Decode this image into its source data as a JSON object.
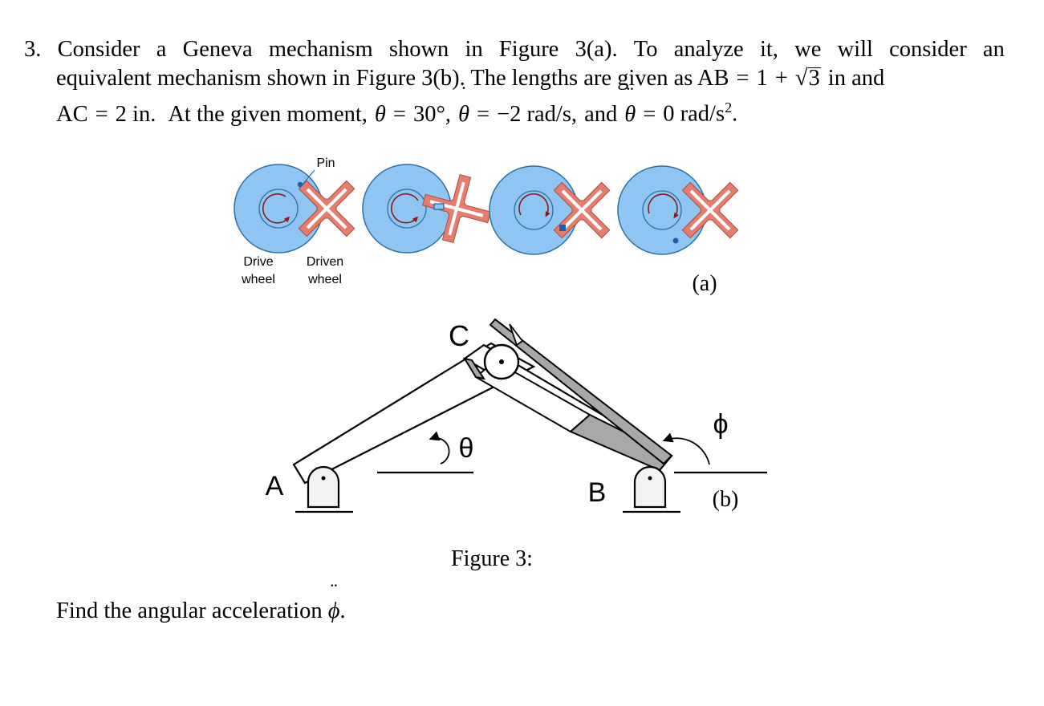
{
  "problem": {
    "number": "3.",
    "line1_words": [
      "Consider",
      "a",
      "Geneva",
      "mechanism",
      "shown",
      "in",
      "Figure",
      "3(a).",
      "To",
      "analyze",
      "it,",
      "we",
      "will",
      "consider",
      "an"
    ],
    "line2_text": "equivalent mechanism shown in Figure 3(b). The lengths are given as AB",
    "line2_eq": "=",
    "line2_one": "1",
    "line2_plus": "+",
    "line2_sqrt_radicand": "3",
    "line2_end": "in and",
    "line3_start": "AC",
    "line3_eq": "=",
    "line3_value": "2 in.",
    "line3_text": "At the given moment,",
    "theta_symbol": "θ",
    "theta_value": "30°,",
    "theta_dot_value": "−2 rad/s,",
    "and_word": "and",
    "theta_ddot_value": "0 rad/s",
    "accel_exponent": "2",
    "accel_period": "."
  },
  "figure_a": {
    "pin_label": "Pin",
    "drive_label_1": "Drive",
    "drive_label_2": "wheel",
    "driven_label_1": "Driven",
    "driven_label_2": "wheel",
    "panel_label": "(a)",
    "colors": {
      "drive": "#8ec5f2",
      "drive_edge": "#2e6ea6",
      "driven": "#e57c6c",
      "pin": "#1f5fa8",
      "arrow": "#8b1a1a"
    }
  },
  "figure_b": {
    "label_C": "C",
    "label_theta": "θ",
    "label_A": "A",
    "label_B": "B",
    "label_phi": "ϕ",
    "panel_label": "(b)",
    "colors": {
      "slot": "#a8a8a8",
      "stroke": "#000000",
      "ground": "#f2f2f2"
    }
  },
  "caption": "Figure 3:",
  "question": {
    "text": "Find the angular acceleration",
    "symbol": "ϕ",
    "period": "."
  }
}
